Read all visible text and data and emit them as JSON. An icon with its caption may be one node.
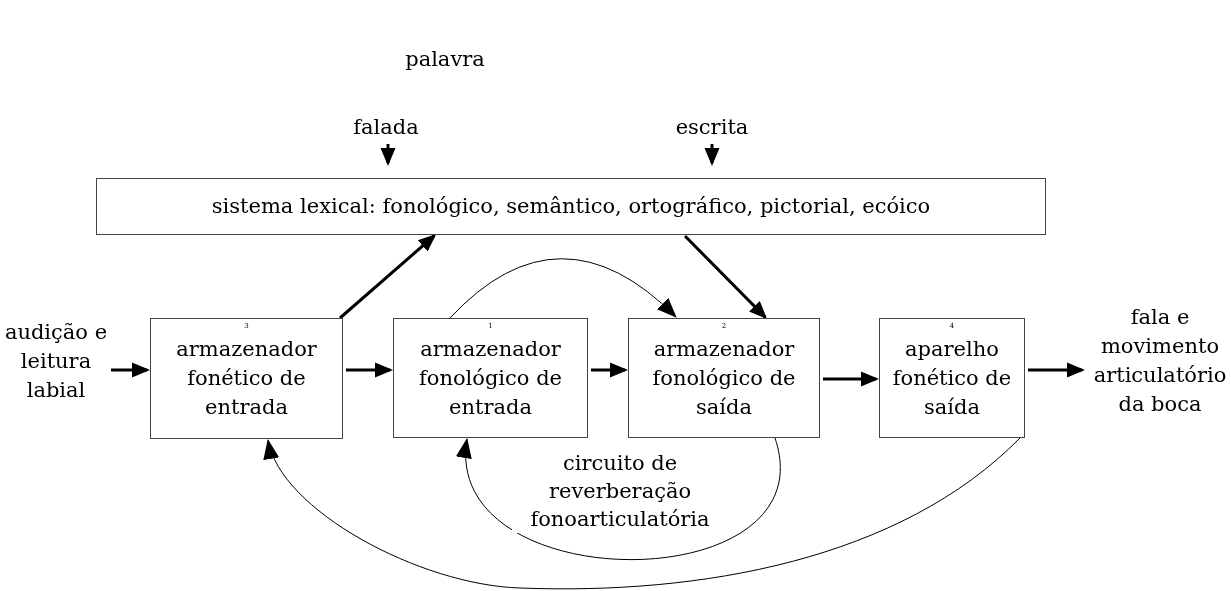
{
  "diagram": {
    "nodes": [
      {
        "text": [
          "falada"
        ]
      },
      {
        "text": [
          "escrita"
        ]
      },
      {
        "text": [
          "sistema lexical: fonológico, semântico, ortográfico, pictorial, ecóico"
        ]
      },
      {
        "text": [
          "audição e leitura labial"
        ]
      },
      {
        "text": [
          "3",
          "armazenador fonético de entrada"
        ]
      },
      {
        "text": [
          "1",
          "armazenador fonológico de entrada"
        ]
      },
      {
        "text": [
          "2",
          "armazenador fonológico de saída"
        ]
      },
      {
        "text": [
          "4",
          "aparelho fonético de saída"
        ]
      },
      {
        "text": [
          "fala e movimento articulatório da boca"
        ]
      }
    ],
    "edges": [
      {
        "from": 0,
        "to": 2,
        "arrow": "to"
      },
      {
        "from": 1,
        "to": 2,
        "arrow": "to"
      },
      {
        "from": 4,
        "to": 2,
        "arrow": "to"
      },
      {
        "from": 2,
        "to": 6,
        "arrow": "to"
      },
      {
        "from": 5,
        "to": 6,
        "arrow": "to"
      },
      {
        "from": 3,
        "to": 4,
        "arrow": "to"
      },
      {
        "from": 4,
        "to": 5,
        "arrow": "to"
      },
      {
        "from": 5,
        "to": 6,
        "arrow": "to"
      },
      {
        "from": 6,
        "to": 7,
        "arrow": "to"
      },
      {
        "from": 7,
        "to": 8,
        "arrow": "to"
      },
      {
        "from": 6,
        "to": 5,
        "arrow": "to",
        "label": "circuito de reverberação fonoarticulatória"
      },
      {
        "from": 7,
        "to": 4,
        "arrow": "to"
      }
    ],
    "labels": [
      "palavra"
    ]
  }
}
